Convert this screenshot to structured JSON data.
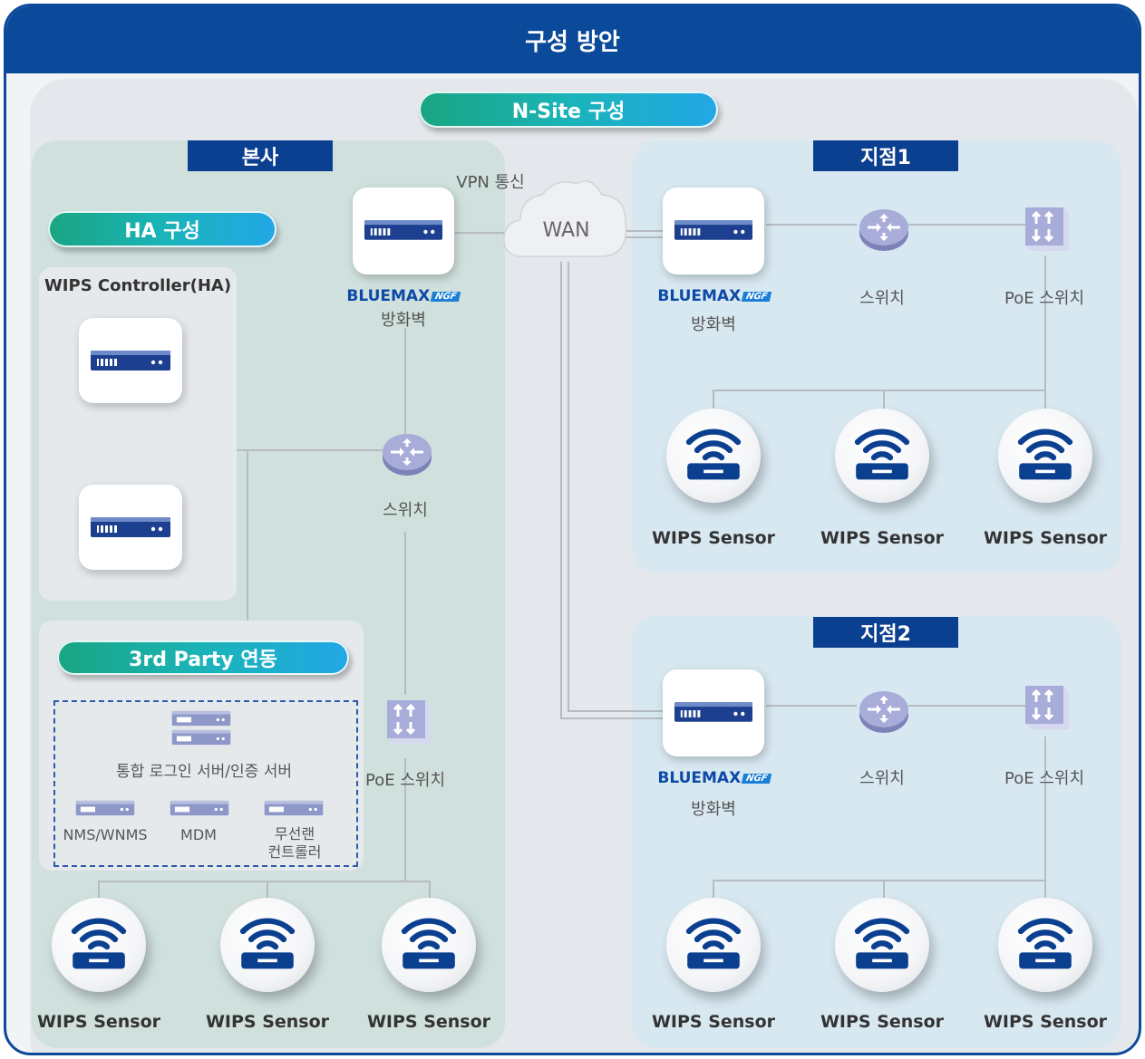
{
  "title": "구성 방안",
  "nsite_label": "N-Site 구성",
  "vpn_label": "VPN 통신",
  "wan_label": "WAN",
  "hq": {
    "label": "본사",
    "ha_label": "HA 구성",
    "controller_label": "WIPS Controller(HA)",
    "firewall_logo": "BLUEMAX",
    "firewall_logo_tag": "NGF",
    "firewall_label": "방화벽",
    "switch_label": "스위치",
    "poe_label": "PoE 스위치",
    "third_party_label": "3rd Party 연동",
    "auth_server_label": "통합 로그인 서버/인증 서버",
    "third_party_items": [
      "NMS/WNMS",
      "MDM",
      "무선랜",
      "컨트롤러"
    ],
    "sensors": [
      "WIPS Sensor",
      "WIPS Sensor",
      "WIPS Sensor"
    ]
  },
  "branch1": {
    "label": "지점1",
    "firewall_logo": "BLUEMAX",
    "firewall_logo_tag": "NGF",
    "firewall_label": "방화벽",
    "switch_label": "스위치",
    "poe_label": "PoE 스위치",
    "sensors": [
      "WIPS Sensor",
      "WIPS Sensor",
      "WIPS Sensor"
    ]
  },
  "branch2": {
    "label": "지점2",
    "firewall_logo": "BLUEMAX",
    "firewall_logo_tag": "NGF",
    "firewall_label": "방화벽",
    "switch_label": "스위치",
    "poe_label": "PoE 스위치",
    "sensors": [
      "WIPS Sensor",
      "WIPS Sensor",
      "WIPS Sensor"
    ]
  },
  "colors": {
    "header": "#0b4a9a",
    "navy": "#0b3f8f",
    "pill_start": "#1aa582",
    "pill_end": "#22a7e6",
    "hq_bg": "#cfe0dd",
    "branch_bg": "#d8e8f1"
  }
}
